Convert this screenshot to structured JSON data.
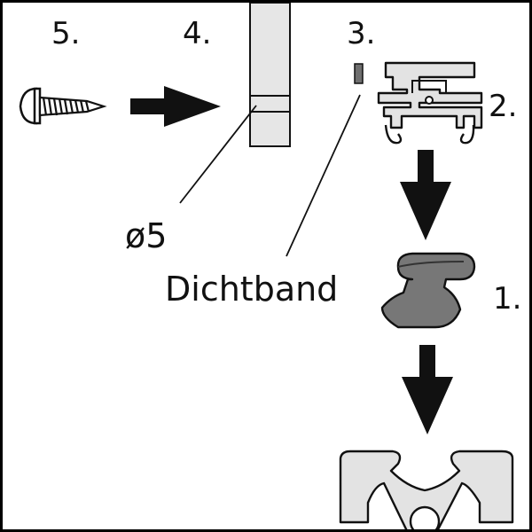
{
  "steps": {
    "step5": "5.",
    "step4": "4.",
    "step3": "3.",
    "step2": "2.",
    "step1": "1."
  },
  "callouts": {
    "diameter": "ø5",
    "seal_tape": "Dichtband"
  },
  "colors": {
    "outline": "#111111",
    "sleeve_fill": "#e6e6e6",
    "profile_fill": "#e3e3e3",
    "seal_fill": "#777777",
    "bar_fill": "#6f6f6f"
  },
  "icons": {
    "screw": "screw-icon",
    "arrow": "arrow-icon"
  }
}
